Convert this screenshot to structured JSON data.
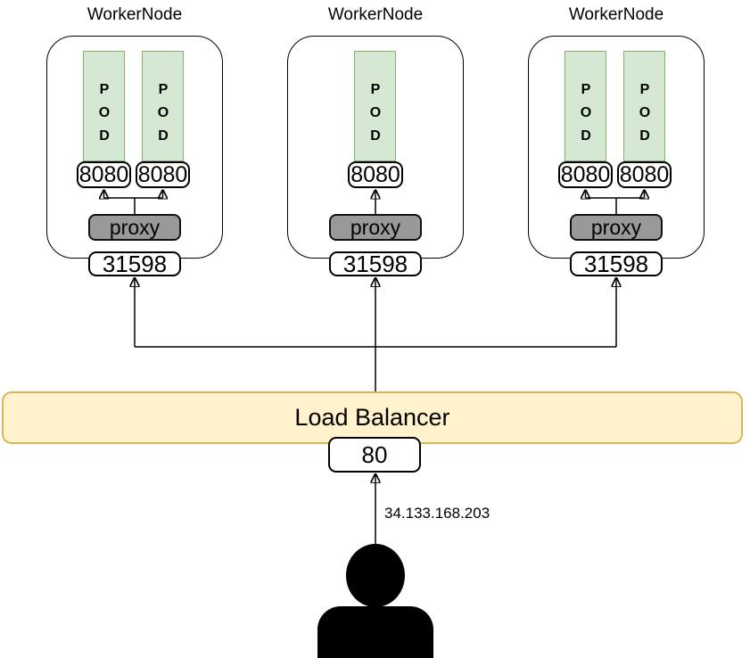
{
  "diagram_type": "kubernetes-nodeport-loadbalancer-architecture",
  "nodes": [
    {
      "title": "WorkerNode",
      "pods": [
        "POD",
        "POD"
      ],
      "pod_ports": [
        "8080",
        "8080"
      ],
      "proxy_label": "proxy",
      "node_port": "31598"
    },
    {
      "title": "WorkerNode",
      "pods": [
        "POD"
      ],
      "pod_ports": [
        "8080"
      ],
      "proxy_label": "proxy",
      "node_port": "31598"
    },
    {
      "title": "WorkerNode",
      "pods": [
        "POD",
        "POD"
      ],
      "pod_ports": [
        "8080",
        "8080"
      ],
      "proxy_label": "proxy",
      "node_port": "31598"
    }
  ],
  "load_balancer": {
    "label": "Load Balancer",
    "port": "80"
  },
  "client": {
    "ip": "34.133.168.203",
    "icon": "person-icon"
  },
  "colors": {
    "pod_fill": "#d5e8d4",
    "pod_border": "#82b366",
    "proxy_fill": "#999999",
    "lb_fill": "#fff2cc",
    "lb_border": "#d6b656",
    "port_box_fill": "#ffffff",
    "line": "#000000",
    "person": "#000000"
  }
}
